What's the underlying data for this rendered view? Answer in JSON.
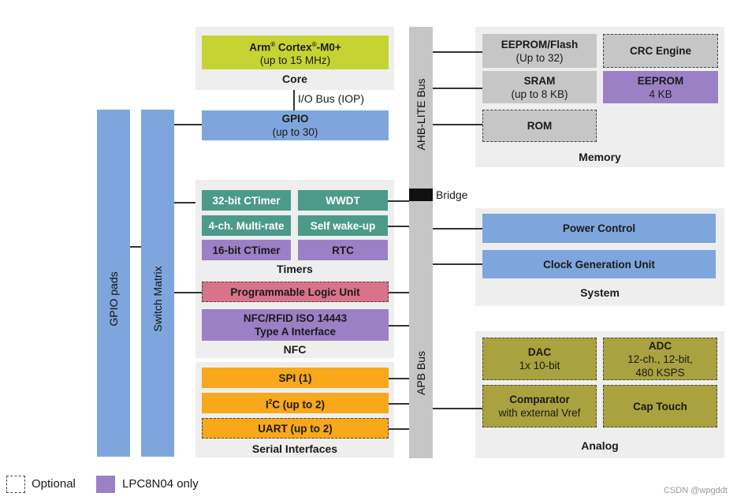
{
  "core": {
    "cpu_line1": "Arm",
    "cpu_reg": "®",
    "cpu_line1b": " Cortex",
    "cpu_reg2": "®",
    "cpu_line1c": "-M0+",
    "cpu_line2": "(up to 15 MHz)",
    "label": "Core"
  },
  "io_bus": "I/O Bus (IOP)",
  "gpio": {
    "title": "GPIO",
    "sub": "(up to 30)"
  },
  "gpio_pads": "GPIO pads",
  "switch_matrix": "Switch Matrix",
  "ahb_bus": "AHB-LITE Bus",
  "apb_bus": "APB Bus",
  "bridge": "Bridge",
  "memory": {
    "label": "Memory",
    "eeprom_flash": {
      "title": "EEPROM/Flash",
      "sub": "(Up to 32)"
    },
    "crc": "CRC Engine",
    "sram": {
      "title": "SRAM",
      "sub": "(up to 8 KB)"
    },
    "eeprom": {
      "title": "EEPROM",
      "sub": "4 KB"
    },
    "rom": "ROM"
  },
  "timers": {
    "label": "Timers",
    "ctimer32": "32-bit CTimer",
    "wwdt": "WWDT",
    "multirate": "4-ch. Multi-rate",
    "selfwake": "Self wake-up",
    "ctimer16": "16-bit CTimer",
    "rtc": "RTC"
  },
  "plu": "Programmable Logic Unit",
  "nfc": {
    "line1": "NFC/RFID ISO 14443",
    "line2": "Type A Interface",
    "label": "NFC"
  },
  "serial": {
    "label": "Serial Interfaces",
    "spi": "SPI (1)",
    "i2c_a": "I",
    "i2c_sup": "2",
    "i2c_b": "C (up to 2)",
    "uart": "UART (up to 2)"
  },
  "system": {
    "label": "System",
    "power": "Power Control",
    "clock": "Clock Generation Unit"
  },
  "analog": {
    "label": "Analog",
    "dac": {
      "title": "DAC",
      "sub": "1x 10-bit"
    },
    "adc": {
      "title": "ADC",
      "sub1": "12-ch., 12-bit,",
      "sub2": "480 KSPS"
    },
    "comparator": {
      "title": "Comparator",
      "sub": "with external Vref"
    },
    "captouch": "Cap Touch"
  },
  "legend": {
    "optional": "Optional",
    "lpc": "LPC8N04 only"
  },
  "watermark": "CSDN @wpgddt",
  "colors": {
    "blue": "#7fa6dc",
    "lime": "#c6d433",
    "teal": "#4b9a8a",
    "purple": "#9c80c5",
    "orange": "#f7a81b",
    "pink": "#d9738a",
    "olive": "#aaa23e",
    "grey": "#c6c6c6",
    "panel": "#eeeeee"
  }
}
